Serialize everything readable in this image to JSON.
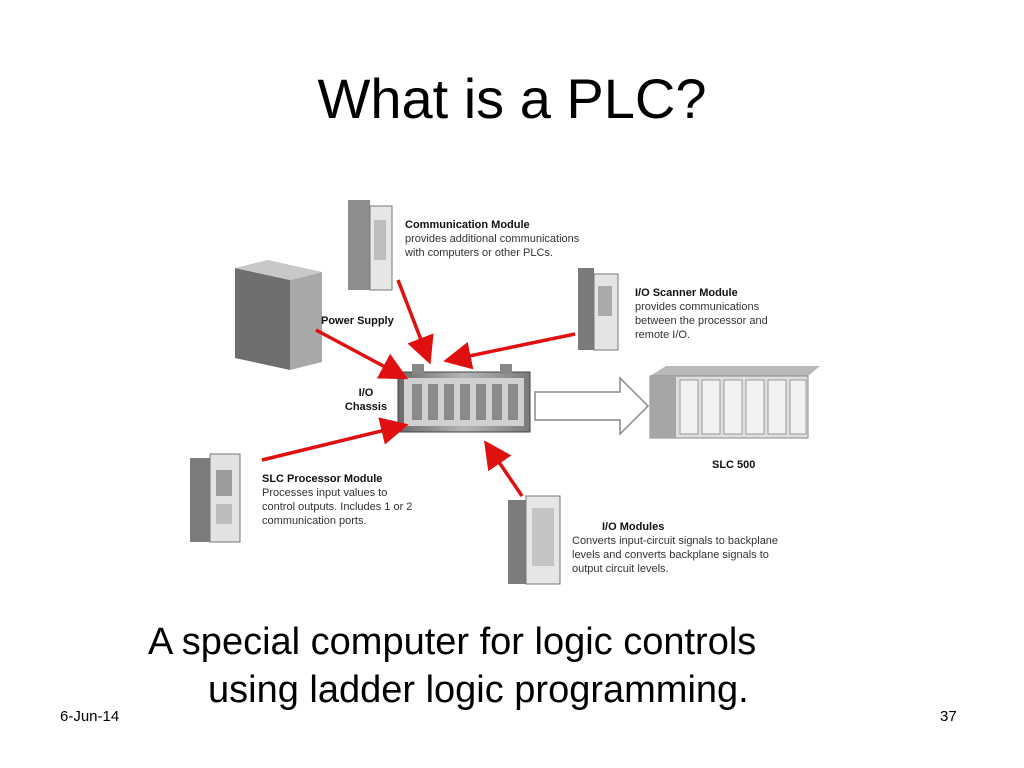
{
  "slide": {
    "title": "What is a PLC?",
    "body_line1": "A special computer for logic controls",
    "body_line2": "using ladder logic programming.",
    "date": "6-Jun-14",
    "page_number": "37"
  },
  "diagram": {
    "comm_module": {
      "heading": "Communication Module",
      "lines": [
        "provides additional communications",
        "with computers or other PLCs."
      ]
    },
    "io_scanner": {
      "heading": "I/O Scanner Module",
      "lines": [
        "provides communications",
        "between the processor and",
        "remote I/O."
      ]
    },
    "power_supply": {
      "heading": "Power Supply"
    },
    "io_chassis": {
      "line1": "I/O",
      "line2": "Chassis"
    },
    "slc_500": {
      "heading": "SLC 500"
    },
    "slc_processor": {
      "heading": "SLC Processor Module",
      "lines": [
        "Processes input values to",
        "control outputs. Includes 1 or 2",
        "communication ports."
      ]
    },
    "io_modules": {
      "heading": "I/O Modules",
      "lines": [
        "Converts input-circuit signals to backplane",
        "levels and converts backplane signals to",
        "output circuit levels."
      ]
    },
    "colors": {
      "arrow": "#e01010",
      "hardware": "#9a9a9a",
      "hardware_dark": "#5c5c5c",
      "hardware_light": "#dcdcdc"
    }
  }
}
